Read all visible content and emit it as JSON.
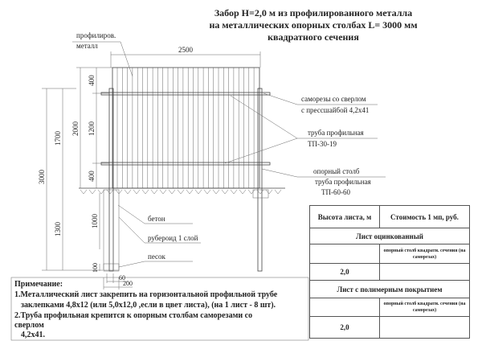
{
  "title": {
    "line1": "Забор H=2,0 м из профилированного металла",
    "line2": "на металлических опорных столбах  L= 3000 мм",
    "line3": "квадратного сечения"
  },
  "labels": {
    "profiled_metal_1": "профилиров.",
    "profiled_metal_2": "металл",
    "screws_1": "саморезы со сверлом",
    "screws_2": "с прессшайбой 4,2х41",
    "pipe_1": "труба  профильная",
    "pipe_2": "ТП-30-19",
    "post_1": "опорный столб",
    "post_2": "труба  профильная",
    "post_3": "ТП-60-60",
    "concrete": "бетон",
    "ruberoid": "рубероид 1 слой",
    "sand": "песок"
  },
  "dimensions": {
    "width": "2500",
    "top": "400",
    "middle": "1200",
    "bottom": "400",
    "height": "2000",
    "above_ground": "1700",
    "total": "3000",
    "below_ground": "1300",
    "footing": "1000",
    "sand_layer": "100",
    "post_width": "60",
    "hole_width": "200"
  },
  "notes": {
    "heading": "Примечание:",
    "line1": "1.Металлический лист закрепить на горизонтальной   профильной трубе",
    "line2": "заклепками 4,8х12 (или 5,0х12,0 ,если в цвет листа),  (на 1 лист - 8 шт).",
    "line3": "2.Труба профильная крепится к опорным столбам саморезами со",
    "line4": "сверлом",
    "line5": "4,2х41."
  },
  "table": {
    "header_height": "Высота листа, м",
    "header_cost": "Стоимость 1 мп, руб.",
    "sections": [
      {
        "title": "Лист оцинкованный",
        "sub": "опорный столб квадрати. сечения (на саморезах)",
        "height": "2,0",
        "cost": ""
      },
      {
        "title": "Лист с полимерным покрытием",
        "sub": "опорный столб квадрати. сечения (на саморезах)",
        "height": "2,0",
        "cost": ""
      }
    ]
  }
}
